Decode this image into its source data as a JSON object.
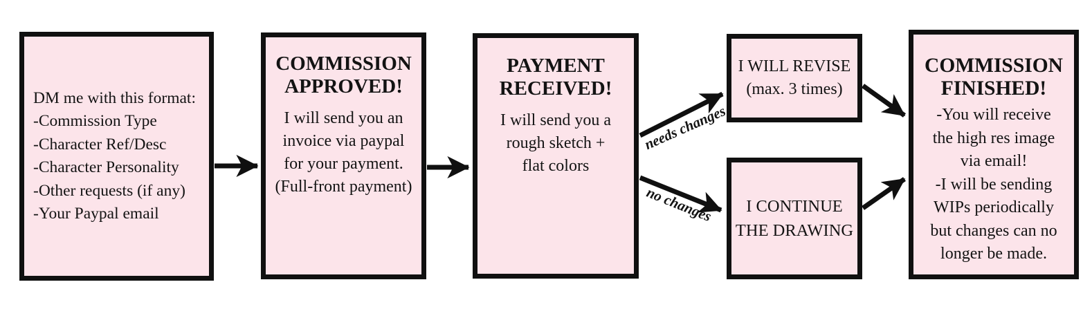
{
  "diagram": {
    "type": "flowchart",
    "subject": "art-commission-process",
    "colors": {
      "background": "#ffffff",
      "box_fill": "#fce4ea",
      "box_border": "#101010",
      "text_color": "#131313"
    },
    "boxes": [
      {
        "id": "dm-format",
        "lines": [
          "DM me with this format:",
          "-Commission Type",
          "-Character Ref/Desc",
          "-Character Personality",
          "-Other requests (if any)",
          "-Your Paypal email"
        ]
      },
      {
        "id": "commission-approved",
        "heading": "COMMISSION APPROVED!",
        "lines": [
          "I will send you an",
          "invoice via paypal",
          "for your payment.",
          "(Full-front payment)"
        ]
      },
      {
        "id": "payment-received",
        "heading": "PAYMENT RECEIVED!",
        "lines": [
          "I will send you a",
          "rough sketch +",
          "flat colors"
        ]
      },
      {
        "id": "i-will-revise",
        "lines": [
          "I WILL REVISE",
          "(max. 3 times)"
        ]
      },
      {
        "id": "i-continue-the-drawing",
        "lines": [
          "I CONTINUE",
          "THE DRAWING"
        ]
      },
      {
        "id": "commission-finished",
        "heading": "COMMISSION FINISHED!",
        "lines": [
          "-You will receive",
          "the high res image",
          "via email!",
          "-I will be sending",
          "WIPs periodically",
          "but changes can no",
          "longer be made."
        ]
      }
    ],
    "edges": {
      "needs_changes_label": "needs changes",
      "no_changes_label": "no changes"
    }
  }
}
